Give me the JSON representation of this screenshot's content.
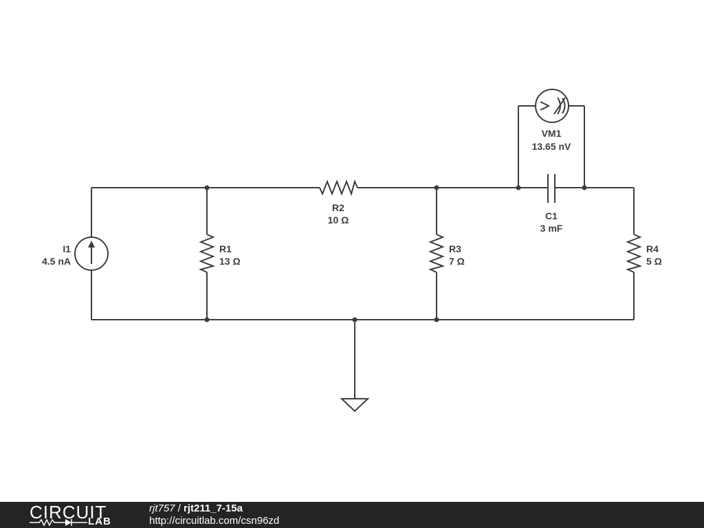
{
  "components": {
    "I1": {
      "name": "I1",
      "value": "4.5 nA"
    },
    "R1": {
      "name": "R1",
      "value": "13 Ω"
    },
    "R2": {
      "name": "R2",
      "value": "10 Ω"
    },
    "R3": {
      "name": "R3",
      "value": "7 Ω"
    },
    "R4": {
      "name": "R4",
      "value": "5 Ω"
    },
    "C1": {
      "name": "C1",
      "value": "3 mF"
    },
    "VM1": {
      "name": "VM1",
      "value": "13.65 nV"
    }
  },
  "footer": {
    "logo_top": "CIRCUIT",
    "logo_bottom": "LAB",
    "user": "rjt757",
    "separator": " / ",
    "title": "rjt211_7-15a",
    "url": "http://circuitlab.com/csn96zd"
  }
}
